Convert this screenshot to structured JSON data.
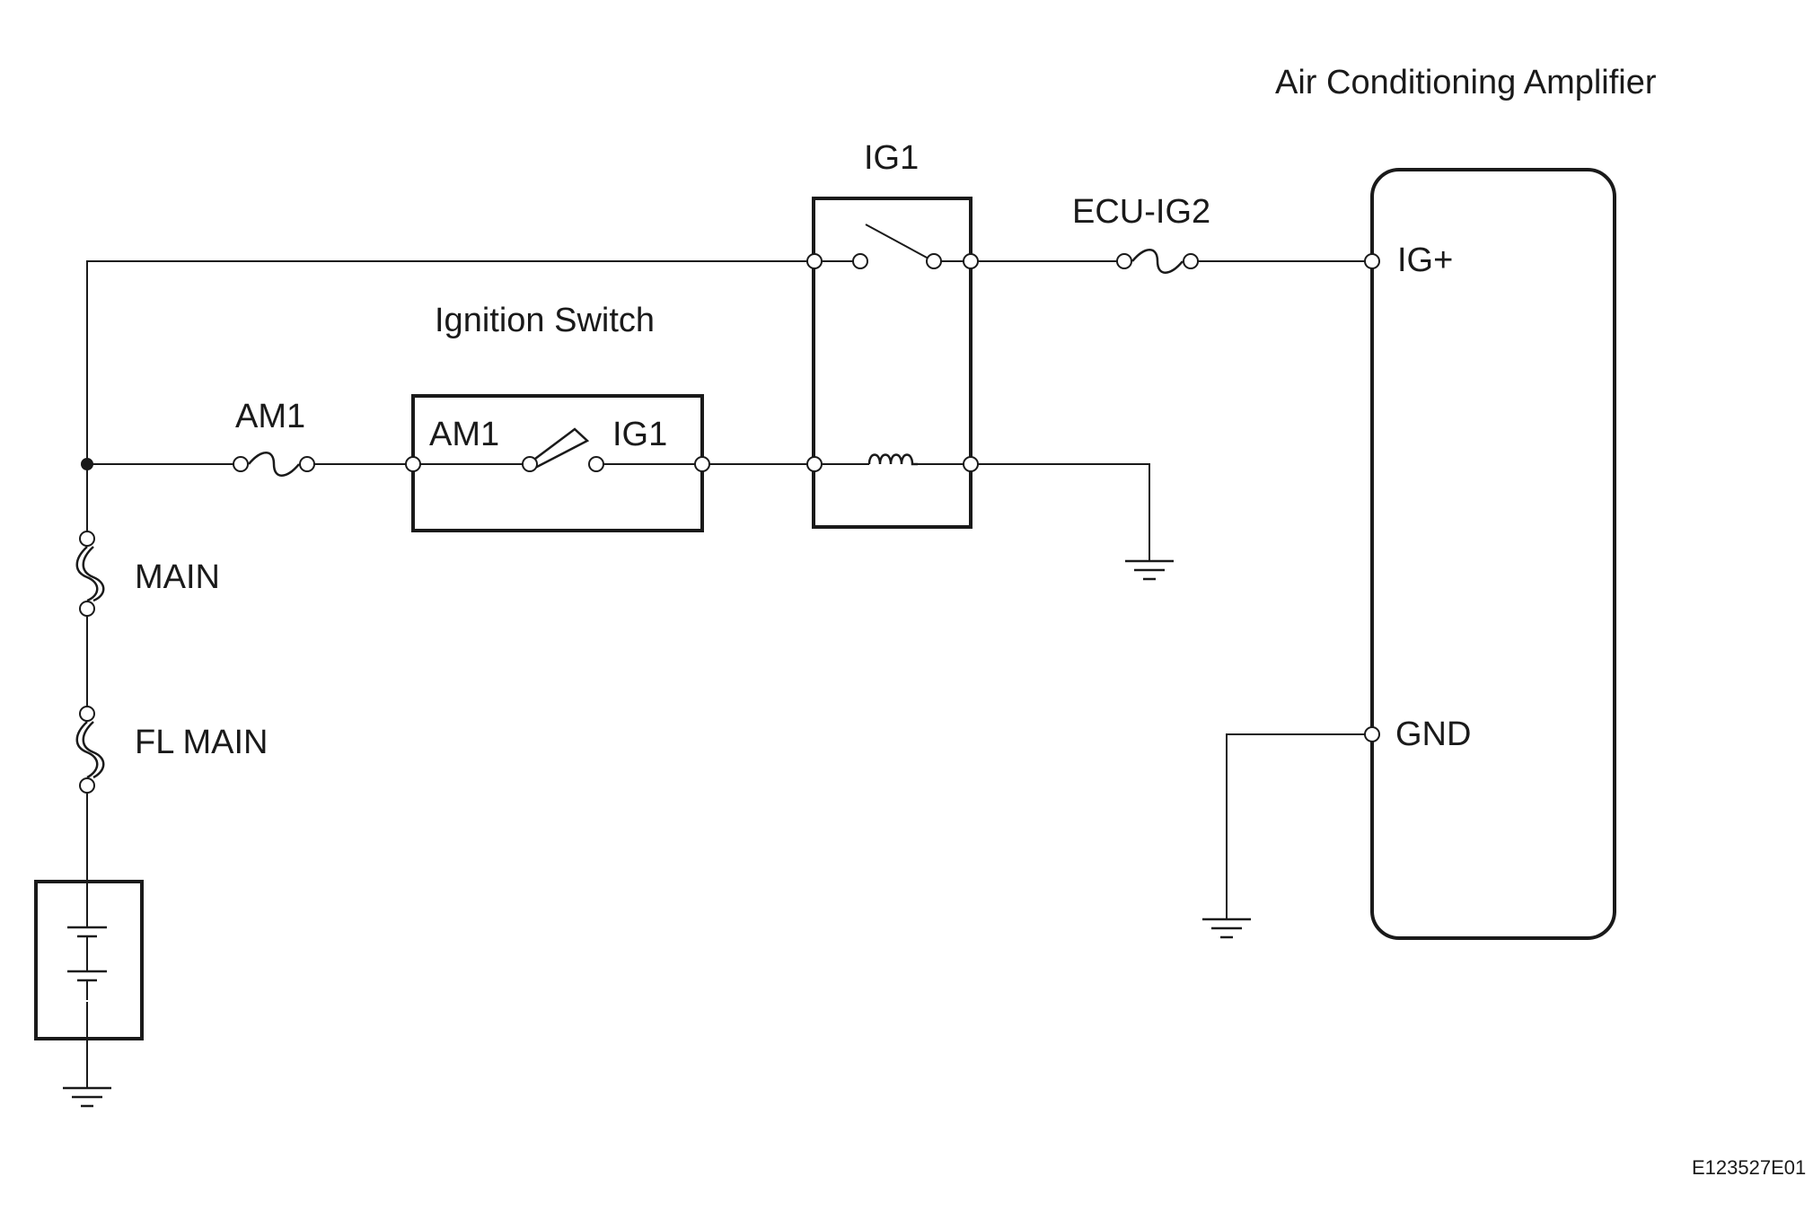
{
  "labels": {
    "amplifier": "Air Conditioning Amplifier",
    "ig1_relay": "IG1",
    "ecu_ig2_fuse": "ECU-IG2",
    "ignition_switch": "Ignition Switch",
    "am1_fuse": "AM1",
    "switch_am1": "AM1",
    "switch_ig1": "IG1",
    "main_fuse": "MAIN",
    "fl_main_fuse": "FL MAIN",
    "pin_ig_plus": "IG+",
    "pin_gnd": "GND",
    "figure_id": "E123527E01"
  }
}
